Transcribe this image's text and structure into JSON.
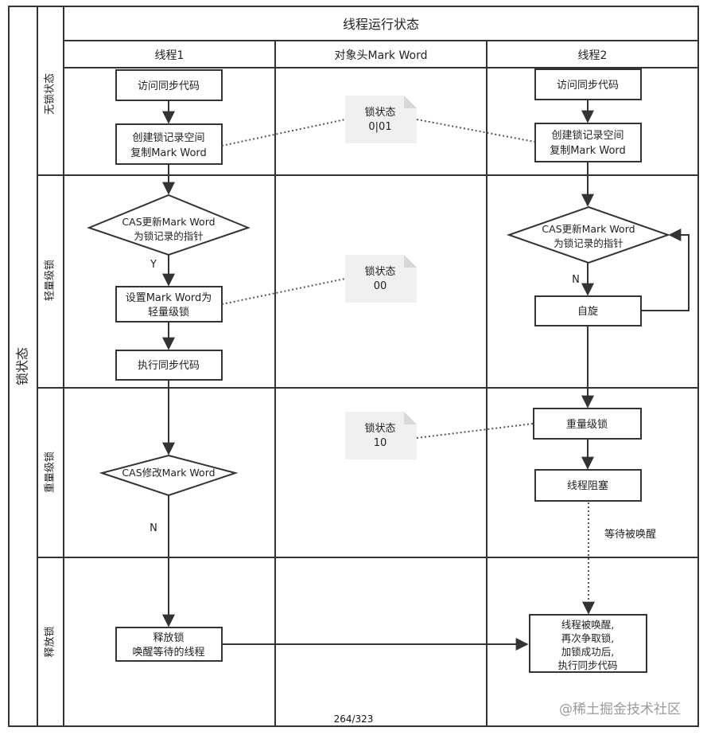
{
  "title": "线程运行状态",
  "outer_label": "锁状态",
  "columns": {
    "thread1": "线程1",
    "object_header": "对象头Mark Word",
    "thread2": "线程2"
  },
  "lanes": {
    "lock_free": "无锁状态",
    "lightweight": "轻量级锁",
    "heavyweight": "重量级锁",
    "release": "释放锁"
  },
  "thread1": {
    "access_sync_code": "访问同步代码",
    "create_lock_record": [
      "创建锁记录空间",
      "复制Mark Word"
    ],
    "cas_update": [
      "CAS更新Mark Word",
      "为锁记录的指针"
    ],
    "yes_label": "Y",
    "set_mark_word": [
      "设置Mark Word为",
      "轻量级锁"
    ],
    "execute_sync_code": "执行同步代码",
    "cas_modify": "CAS修改Mark Word",
    "no_label": "N",
    "release_lock": [
      "释放锁",
      "唤醒等待的线程"
    ]
  },
  "object_header": {
    "note_unlocked": [
      "锁状态",
      "0|01"
    ],
    "note_lightweight": [
      "锁状态",
      "00"
    ],
    "note_heavyweight": [
      "锁状态",
      "10"
    ]
  },
  "thread2": {
    "access_sync_code": "访问同步代码",
    "create_lock_record": [
      "创建锁记录空间",
      "复制Mark Word"
    ],
    "cas_update": [
      "CAS更新Mark Word",
      "为锁记录的指针"
    ],
    "no_label": "N",
    "spin": "自旋",
    "heavyweight_lock": "重量级锁",
    "thread_blocked": "线程阻塞",
    "waiting_label": "等待被唤醒",
    "awakened": [
      "线程被唤醒,",
      "再次争取锁,",
      "加锁成功后,",
      "执行同步代码"
    ]
  },
  "footer": {
    "page_number": "264/323",
    "watermark": "@稀土掘金技术社区"
  }
}
